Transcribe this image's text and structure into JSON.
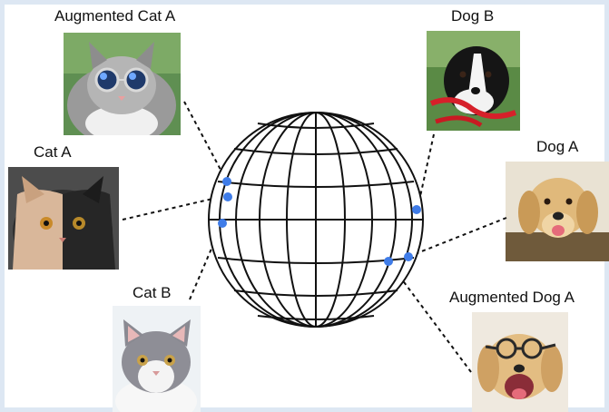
{
  "labels": {
    "aug_cat_a": "Augmented Cat A",
    "cat_a": "Cat A",
    "cat_b": "Cat B",
    "dog_b": "Dog B",
    "dog_a": "Dog A",
    "aug_dog_a": "Augmented Dog A"
  },
  "colors": {
    "point": "#3f7ce8",
    "frame": "#dde7f3",
    "line": "#111111"
  },
  "icons": {
    "sphere": "wireframe-sphere-icon",
    "point": "embedding-point-icon"
  }
}
